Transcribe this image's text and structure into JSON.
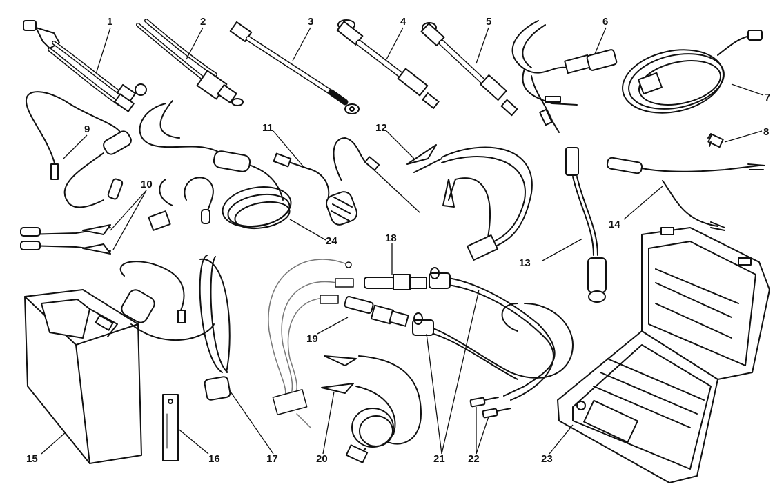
{
  "diagram": {
    "callouts": [
      {
        "id": "1",
        "label": "1"
      },
      {
        "id": "2",
        "label": "2"
      },
      {
        "id": "3",
        "label": "3"
      },
      {
        "id": "4",
        "label": "4"
      },
      {
        "id": "5",
        "label": "5"
      },
      {
        "id": "6",
        "label": "6"
      },
      {
        "id": "7",
        "label": "7"
      },
      {
        "id": "8",
        "label": "8"
      },
      {
        "id": "9",
        "label": "9"
      },
      {
        "id": "10",
        "label": "10"
      },
      {
        "id": "11",
        "label": "11"
      },
      {
        "id": "12",
        "label": "12"
      },
      {
        "id": "13",
        "label": "13"
      },
      {
        "id": "14",
        "label": "14"
      },
      {
        "id": "15",
        "label": "15"
      },
      {
        "id": "16",
        "label": "16"
      },
      {
        "id": "17",
        "label": "17"
      },
      {
        "id": "18",
        "label": "18"
      },
      {
        "id": "19",
        "label": "19"
      },
      {
        "id": "20",
        "label": "20"
      },
      {
        "id": "21",
        "label": "21"
      },
      {
        "id": "22",
        "label": "22"
      },
      {
        "id": "23",
        "label": "23"
      },
      {
        "id": "24",
        "label": "24"
      }
    ],
    "colors": {
      "line": "#111111",
      "fill": "#ffffff",
      "shade": "#d9d9d9"
    }
  }
}
